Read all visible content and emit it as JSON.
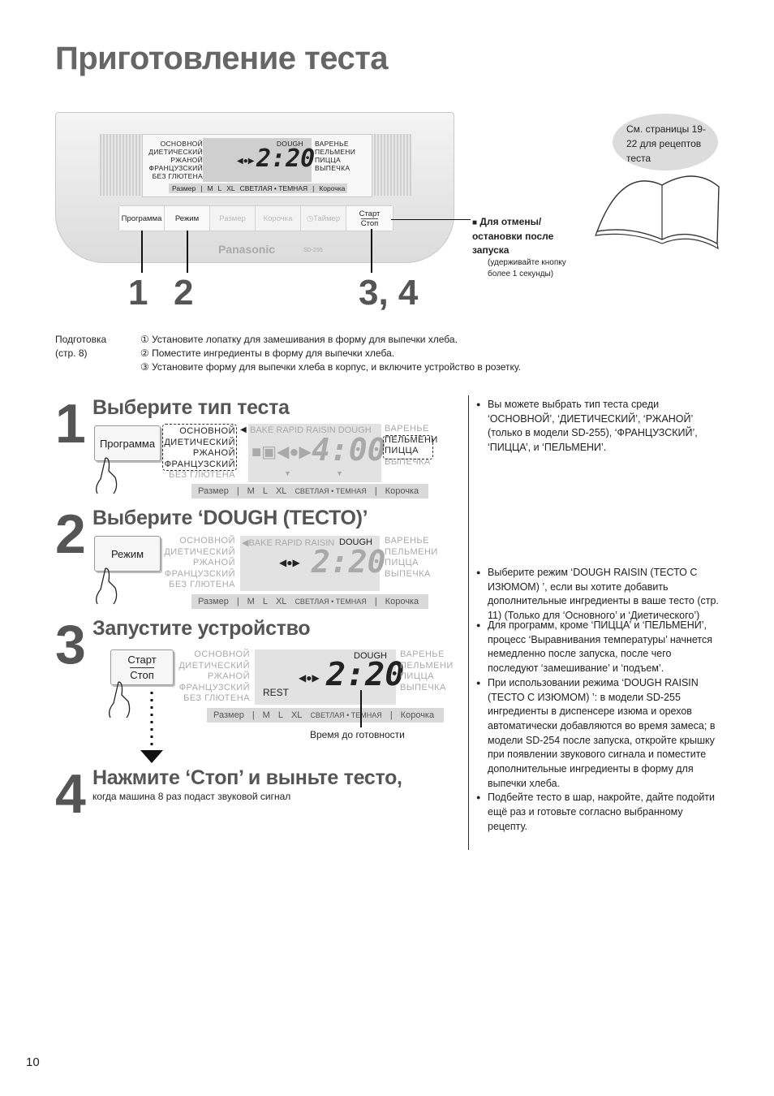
{
  "title": "Приготовление теста",
  "device": {
    "menu_left": [
      "ОСНОВНОЙ",
      "ДИЕТИЧЕСКИЙ",
      "РЖАНОЙ",
      "ФРАНЦУЗСКИЙ",
      "БЕЗ ГЛЮТЕНА"
    ],
    "menu_right": [
      "ВАРЕНЬЕ",
      "ПЕЛЬМЕНИ",
      "ПИЦЦА",
      "ВЫПЕЧКА"
    ],
    "lcd_label": "DOUGH",
    "lcd_time": "2:20",
    "size_bar": [
      "Размер",
      "M",
      "L",
      "XL",
      "СВЕТЛАЯ • ТЕМНАЯ",
      "Корочка"
    ],
    "buttons": [
      "Программа",
      "Режим",
      "Размер",
      "Корочка",
      "Таймер",
      "Старт",
      "Стоп"
    ],
    "brand": "Panasonic",
    "model": "SD-255",
    "callouts": [
      "1",
      "2",
      "3, 4"
    ]
  },
  "book_note": "См. страницы 19-22 для рецептов теста",
  "cancel_note": {
    "bold": "Для отмены/ остановки после запуска",
    "small": "(удерживайте кнопку более 1 секунды)"
  },
  "prep": {
    "label": "Подготовка (стр. 8)",
    "items": [
      "① Установите лопатку для замешивания в форму для выпечки хлеба.",
      "② Поместите ингредиенты в форму для выпечки хлеба.",
      "③ Установите форму для выпечки хлеба в корпус, и включите устройство в розетку."
    ]
  },
  "steps": [
    {
      "num": "1",
      "title": "Выберите тип теста",
      "key": "Программа",
      "lcd_header": "BAKE RAPID RAISIN DOUGH",
      "lcd_time": "4:00",
      "note": "Вы можете выбрать тип теста среди ‘ОСНОВНОЙ’, ‘ДИЕТИЧЕСКИЙ’, ‘РЖАНОЙ’ (только в модели SD-255), ‘ФРАНЦУЗСКИЙ’, ‘ПИЦЦА’, и ‘ПЕЛЬМЕНИ’."
    },
    {
      "num": "2",
      "title": "Выберите ‘DOUGH (ТЕСТО)’",
      "key": "Режим",
      "lcd_header": "BAKE RAPID RAISIN",
      "lcd_dough": "DOUGH",
      "lcd_time": "2:20",
      "note": "Выберите режим ‘DOUGH RAISIN (ТЕСТО С ИЗЮМОМ) ’, если вы хотите добавить дополнительные ингредиенты в ваше тесто (стр. 11) (Только для ‘Основного’ и ‘Диетического’)"
    },
    {
      "num": "3",
      "title": "Запустите устройство",
      "key_top": "Старт",
      "key_bottom": "Стоп",
      "lcd_dough": "DOUGH",
      "lcd_rest": "REST",
      "lcd_time": "2:20",
      "time_caption": "Время до готовности",
      "notes": [
        "Для программ, кроме ‘ПИЦЦА’ и ‘ПЕЛЬМЕНИ’, процесс ‘Выравнивания температуры’ начнется немедленно после запуска, после чего последуют ‘замешивание’ и ‘подъем’.",
        "При использовании режима ‘DOUGH RAISIN (ТЕСТО С ИЗЮМОМ) ’: в модели SD-255 ингредиенты в диспенсере изюма и орехов автоматически добавляются во время замеса; в модели SD-254 после запуска, откройте крышку при появлении звукового сигнала и поместите дополнительные ингредиенты в форму для выпечки хлеба.",
        "Подбейте тесто в шар, накройте, дайте подойти ещё раз и готовьте согласно выбранному рецепту."
      ]
    },
    {
      "num": "4",
      "title": "Нажмите ‘Стоп’ и выньте тесто,",
      "subtitle": "когда машина 8 раз подаст звуковой сигнал"
    }
  ],
  "page_number": "10"
}
